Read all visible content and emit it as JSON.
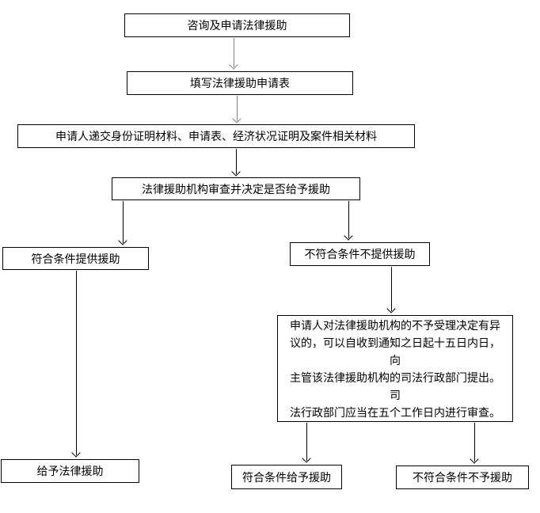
{
  "diagram": {
    "type": "flowchart",
    "title": "",
    "colors": {
      "background": "#ffffff",
      "box_border": "#000000",
      "box_fill": "#ffffff",
      "text": "#000000",
      "arrow_gray": "#808080",
      "arrow_black": "#000000"
    },
    "nodes": {
      "consult": {
        "label": "咨询及申请法律援助"
      },
      "fill_form": {
        "label": "填写法律援助申请表"
      },
      "submit_materials": {
        "label": "申请人递交身份证明材料、申请表、经济状况证明及案件相关材料"
      },
      "review": {
        "label": "法律援助机构审查并决定是否给予援助"
      },
      "qualified": {
        "label": "符合条件提供援助"
      },
      "not_qualified": {
        "label": "不符合条件不提供援助"
      },
      "objection": {
        "label": "申请人对法律援助机构的不予受理决定有异\n议的，可以自收到通知之日起十五日内日，向\n主管该法律援助机构的司法行政部门提出。司\n法行政部门应当在五个工作日内进行审查。"
      },
      "grant": {
        "label": "给予法律援助"
      },
      "qualified_grant": {
        "label": "符合条件给予援助"
      },
      "unqualified_deny": {
        "label": "不符合条件不予援助"
      }
    },
    "edges": [
      {
        "from": "consult",
        "to": "fill_form"
      },
      {
        "from": "fill_form",
        "to": "submit_materials"
      },
      {
        "from": "submit_materials",
        "to": "review"
      },
      {
        "from": "review",
        "to": "qualified"
      },
      {
        "from": "review",
        "to": "not_qualified"
      },
      {
        "from": "qualified",
        "to": "grant"
      },
      {
        "from": "not_qualified",
        "to": "objection"
      },
      {
        "from": "objection",
        "to": "qualified_grant"
      },
      {
        "from": "objection",
        "to": "unqualified_deny"
      }
    ]
  }
}
